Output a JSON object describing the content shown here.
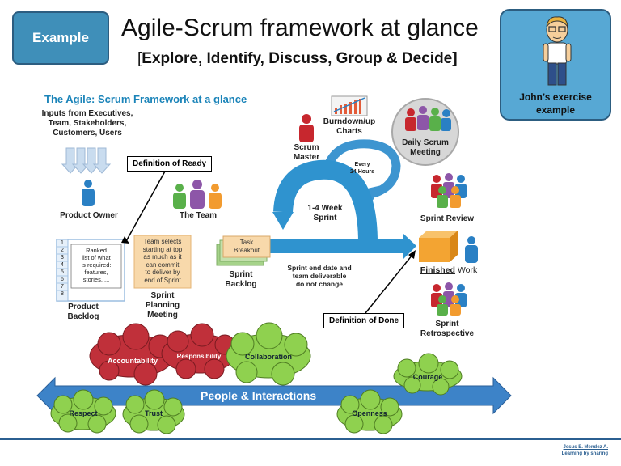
{
  "header": {
    "badge": "Example",
    "title": "Agile-Scrum framework at glance",
    "subtitle_open": "[",
    "subtitle": "Explore, Identify, Discuss, Group & Decide]"
  },
  "john": {
    "caption_line1": "John’s exercise",
    "caption_line2": "example"
  },
  "diagram": {
    "title": "The Agile: Scrum Framework at a glance",
    "inputs": [
      "Inputs from Executives,",
      "Team, Stakeholders,",
      "Customers, Users"
    ],
    "product_owner": "Product Owner",
    "the_team": "The Team",
    "scrum_master": [
      "Scrum",
      "Master"
    ],
    "burndown": [
      "Burndown/up",
      "Charts"
    ],
    "daily_scrum": [
      "Daily Scrum",
      "Meeting"
    ],
    "every_24": [
      "Every",
      "24 Hours"
    ],
    "sprint_cycle": [
      "1-4 Week",
      "Sprint"
    ],
    "sprint_review": "Sprint Review",
    "definition_of_ready": "Definition of Ready",
    "definition_of_done": "Definition of Done",
    "backlog_numbers": [
      "1",
      "2",
      "3",
      "4",
      "5",
      "6",
      "7",
      "8"
    ],
    "backlog_note": [
      "Ranked",
      "list of what",
      "is required:",
      "features,",
      "stories, ..."
    ],
    "product_backlog": [
      "Product",
      "Backlog"
    ],
    "planning_note": [
      "Team selects",
      "starting at top",
      "as much as it",
      "can commit",
      "to deliver by",
      "end of Sprint"
    ],
    "sprint_planning": [
      "Sprint",
      "Planning",
      "Meeting"
    ],
    "task_breakout": [
      "Task",
      "Breakout"
    ],
    "sprint_backlog": [
      "Sprint",
      "Backlog"
    ],
    "sprint_end": [
      "Sprint end date and",
      "team deliverable",
      "do not change"
    ],
    "finished_word": "Finished",
    "work_word": " Work",
    "sprint_retro": [
      "Sprint",
      "Retrospective"
    ]
  },
  "clouds": {
    "accountability": "Accountability",
    "responsibility": "Responsibility",
    "collaboration": "Collaboration",
    "courage": "Courage",
    "respect": "Respect",
    "trust": "Trust",
    "openness": "Openness"
  },
  "arrow_label": "People & Interactions",
  "footer": {
    "author": "Jesus E. Mendez A.",
    "tagline": "Learning by sharing"
  },
  "colors": {
    "accent_blue": "#3f8fb9",
    "arrow_blue": "#3d83c8",
    "cloud_green": "#8fd14f",
    "cloud_red": "#c0303a",
    "note_orange": "#f8d9ab",
    "cube_orange": "#f3a432"
  }
}
